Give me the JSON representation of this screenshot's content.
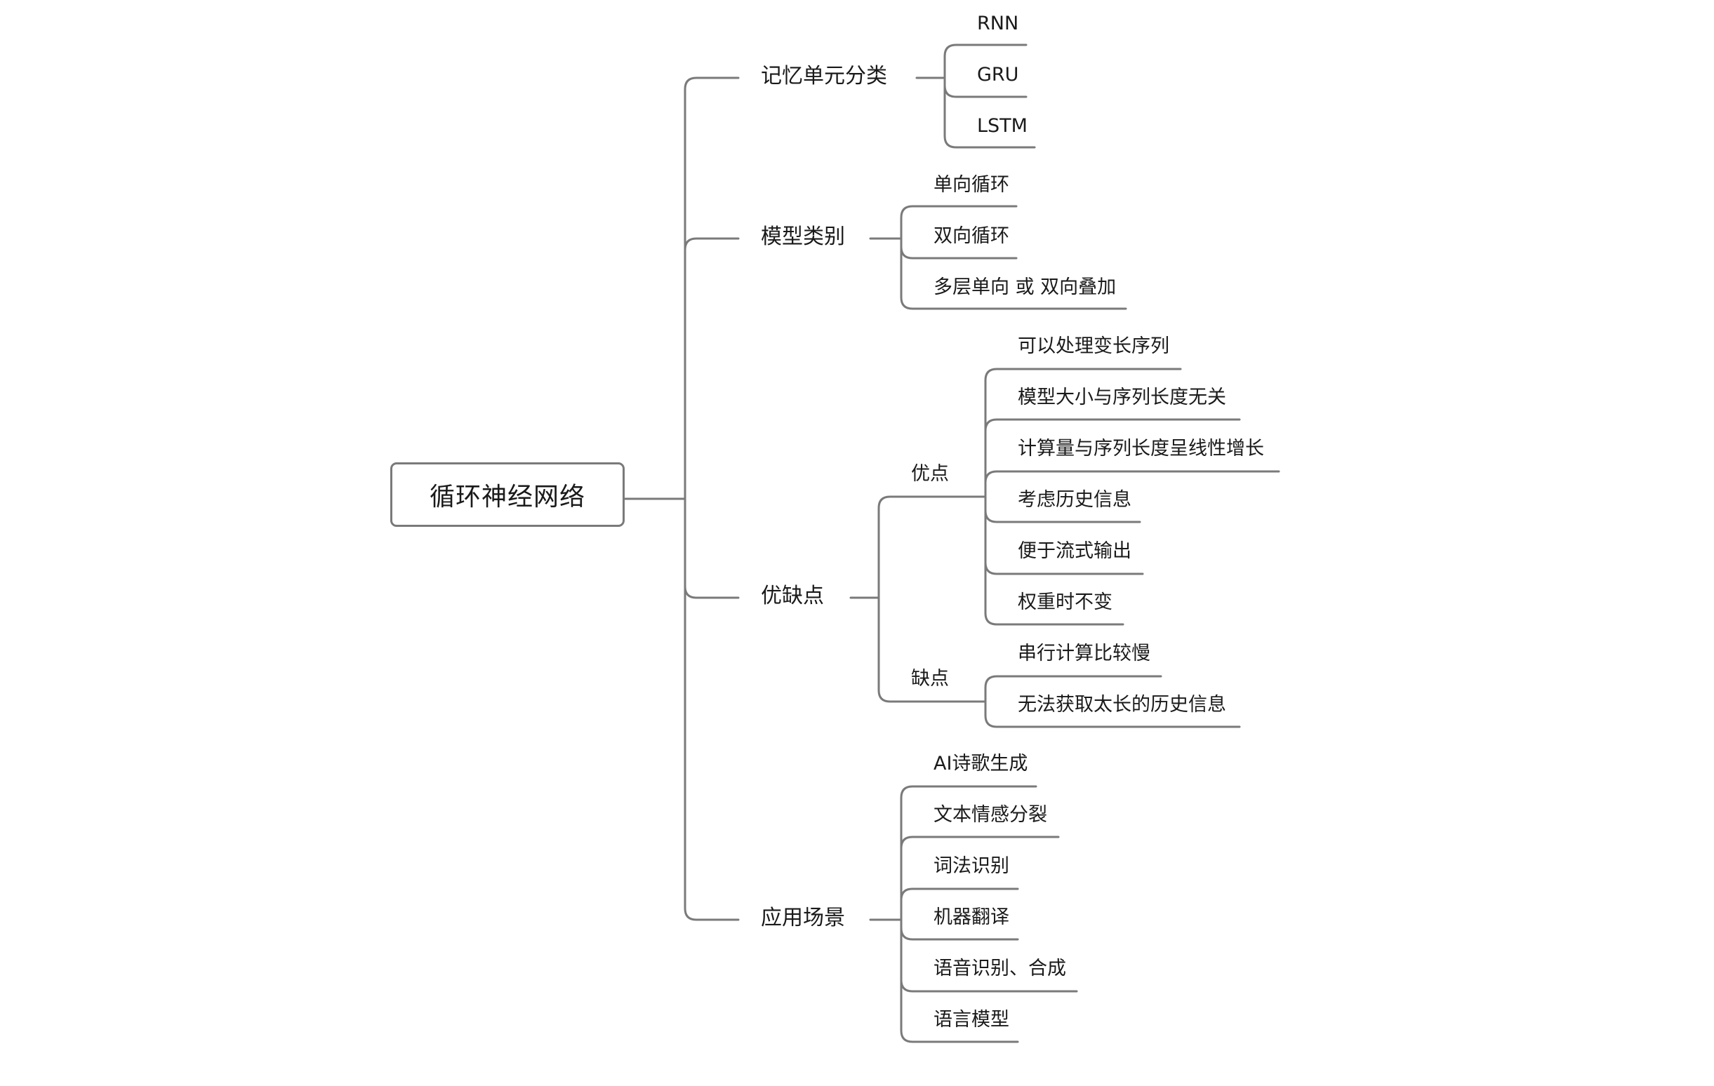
{
  "root": {
    "label": "循环神经网络"
  },
  "branches": [
    {
      "label": "记忆单元分类",
      "children": [
        {
          "label": "RNN"
        },
        {
          "label": "GRU"
        },
        {
          "label": "LSTM"
        }
      ]
    },
    {
      "label": "模型类别",
      "children": [
        {
          "label": "单向循环"
        },
        {
          "label": "双向循环"
        },
        {
          "label": "多层单向 或 双向叠加"
        }
      ]
    },
    {
      "label": "优缺点",
      "children": [
        {
          "label": "优点",
          "children": [
            {
              "label": "可以处理变长序列"
            },
            {
              "label": "模型大小与序列长度无关"
            },
            {
              "label": "计算量与序列长度呈线性增长"
            },
            {
              "label": "考虑历史信息"
            },
            {
              "label": "便于流式输出"
            },
            {
              "label": "权重时不变"
            }
          ]
        },
        {
          "label": "缺点",
          "children": [
            {
              "label": "串行计算比较慢"
            },
            {
              "label": "无法获取太长的历史信息"
            }
          ]
        }
      ]
    },
    {
      "label": "应用场景",
      "children": [
        {
          "label": "AI诗歌生成"
        },
        {
          "label": "文本情感分裂"
        },
        {
          "label": "词法识别"
        },
        {
          "label": "机器翻译"
        },
        {
          "label": "语音识别、合成"
        },
        {
          "label": "语言模型"
        }
      ]
    }
  ],
  "colors": {
    "line": "#7a7a7a",
    "text": "#1a1a1a",
    "background": "#ffffff"
  }
}
